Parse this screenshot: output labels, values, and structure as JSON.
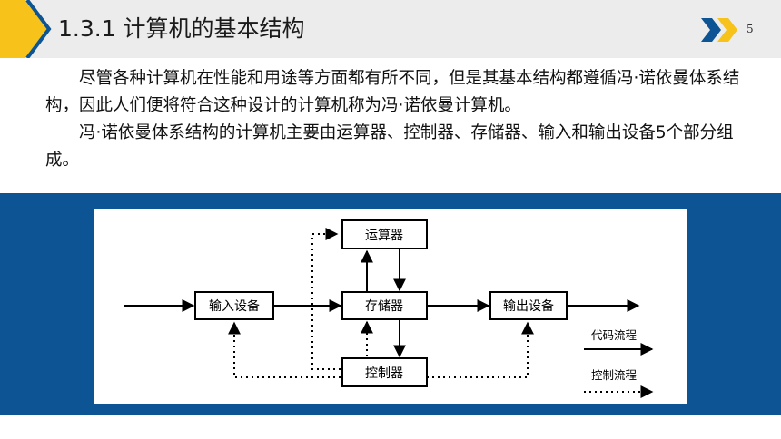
{
  "header": {
    "title": "1.3.1 计算机的基本结构",
    "page_number": "5",
    "colors": {
      "accent_yellow": "#f7c21a",
      "accent_blue": "#0d5494",
      "band_bg": "#ececec"
    }
  },
  "body": {
    "paragraphs": [
      "尽管各种计算机在性能和用途等方面都有所不同，但是其基本结构都遵循冯·诺依曼体系结构，因此人们便将符合这种设计的计算机称为冯·诺依曼计算机。",
      "冯·诺依曼体系结构的计算机主要由运算器、控制器、存储器、输入和输出设备5个部分组成。"
    ]
  },
  "diagram": {
    "boxes": {
      "input": "输入设备",
      "memory": "存储器",
      "output": "输出设备",
      "alu": "运算器",
      "control": "控制器"
    },
    "legend": {
      "code_flow": "代码流程",
      "control_flow": "控制流程"
    }
  }
}
